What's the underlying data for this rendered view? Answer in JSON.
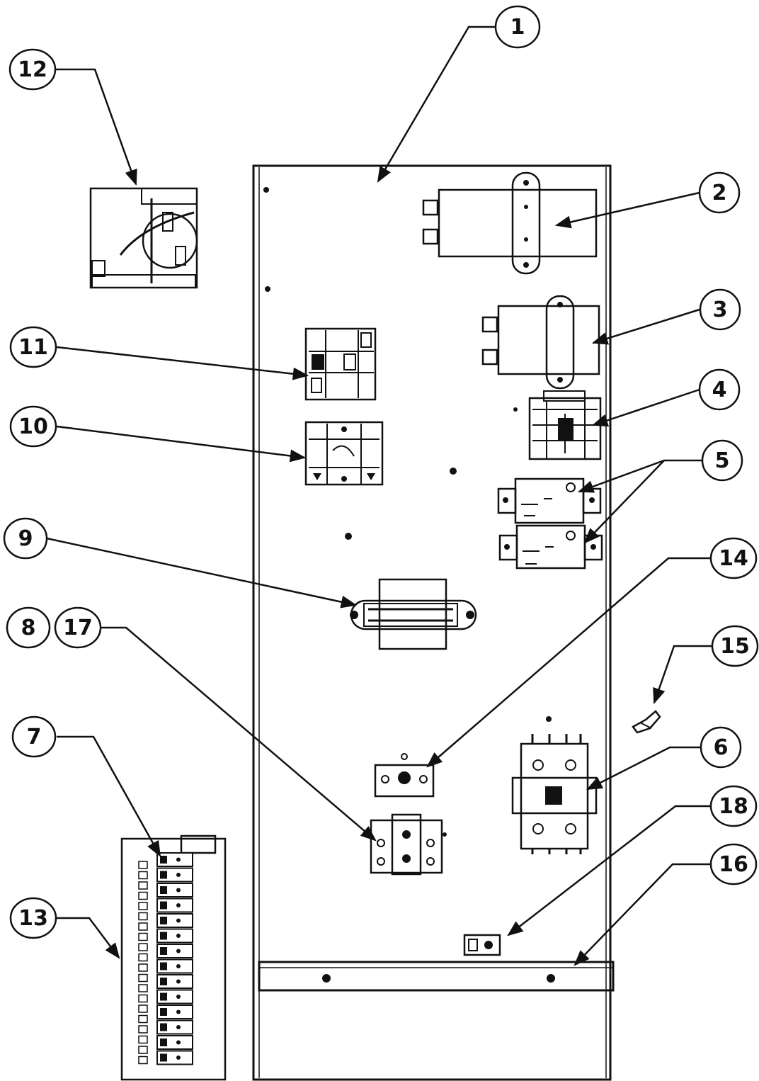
{
  "callouts": [
    {
      "id": "c1",
      "label": "1"
    },
    {
      "id": "c2",
      "label": "2"
    },
    {
      "id": "c3",
      "label": "3"
    },
    {
      "id": "c4",
      "label": "4"
    },
    {
      "id": "c5",
      "label": "5"
    },
    {
      "id": "c6",
      "label": "6"
    },
    {
      "id": "c7",
      "label": "7"
    },
    {
      "id": "c8",
      "label": "8"
    },
    {
      "id": "c9",
      "label": "9"
    },
    {
      "id": "c10",
      "label": "10"
    },
    {
      "id": "c11",
      "label": "11"
    },
    {
      "id": "c12",
      "label": "12"
    },
    {
      "id": "c13",
      "label": "13"
    },
    {
      "id": "c14",
      "label": "14"
    },
    {
      "id": "c15",
      "label": "15"
    },
    {
      "id": "c16",
      "label": "16"
    },
    {
      "id": "c17",
      "label": "17"
    },
    {
      "id": "c18",
      "label": "18"
    }
  ]
}
